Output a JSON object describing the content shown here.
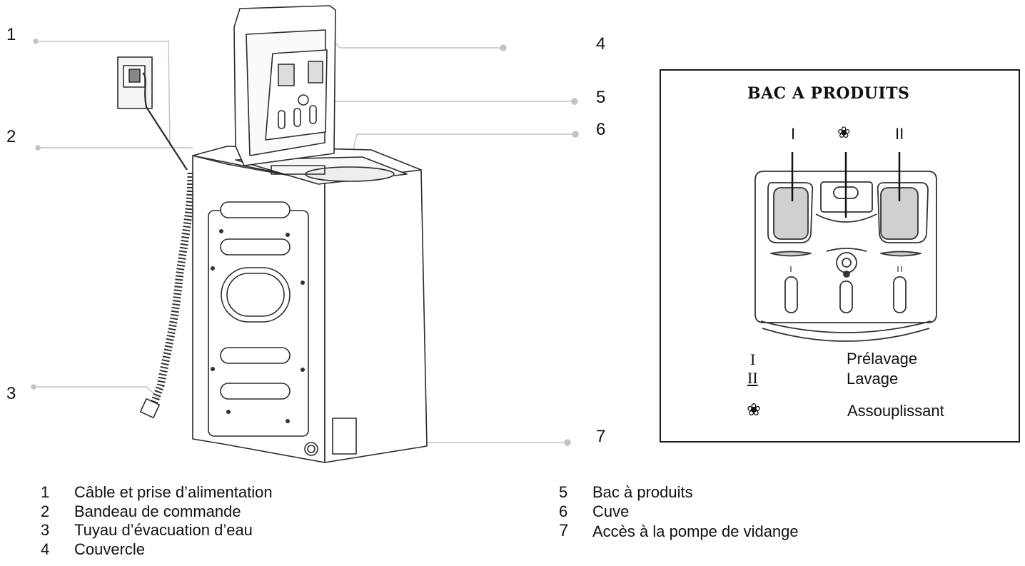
{
  "callouts": [
    "1",
    "2",
    "3",
    "4",
    "5",
    "6",
    "7"
  ],
  "legend": [
    {
      "num": "1",
      "text": "Câble et prise d’alimentation"
    },
    {
      "num": "2",
      "text": "Bandeau de commande"
    },
    {
      "num": "3",
      "text": "Tuyau d’évacuation d’eau"
    },
    {
      "num": "4",
      "text": "Couvercle"
    },
    {
      "num": "5",
      "text": "Bac à produits"
    },
    {
      "num": "6",
      "text": "Cuve"
    },
    {
      "num": "7",
      "text": "Accès à la pompe de vidange"
    }
  ],
  "bac": {
    "title": "BAC A PRODUITS",
    "compartment_marks": [
      "I",
      "❀",
      "II"
    ],
    "key": [
      {
        "symbol": "I",
        "label": "Prélavage"
      },
      {
        "symbol": "II",
        "label": "Lavage"
      },
      {
        "symbol": "❀",
        "label": "Assouplissant"
      }
    ]
  },
  "colors": {
    "line": "#2b2b2b",
    "leader": "#bdbdbd",
    "fill_gray": "#d0d0d0"
  }
}
